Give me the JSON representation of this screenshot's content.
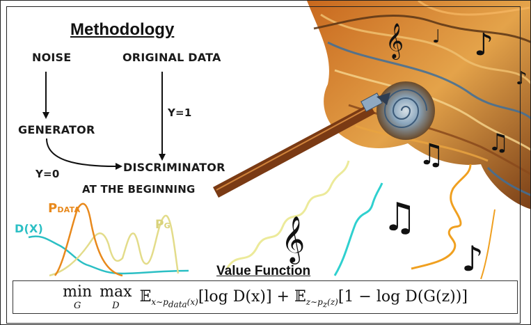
{
  "methodology": {
    "title": "Methodology",
    "noise": "NOISE",
    "original_data": "ORIGINAL DATA",
    "generator": "GENERATOR",
    "discriminator": "DISCRIMINATOR",
    "y_one": "Y=1",
    "y_zero": "Y=0",
    "at_the_beginning": "AT THE BEGINNING"
  },
  "plot_labels": {
    "p_data": "P",
    "p_data_sub": "DATA",
    "p_g": "P",
    "p_g_sub": "G",
    "d_x": "D(X)"
  },
  "value_function": {
    "title": "Value Function",
    "min": "min",
    "min_sub": "G",
    "max": "max",
    "max_sub": "D",
    "term1": "𝔼",
    "term1_sub": "x∼p",
    "term1_subsub": "data",
    "term1_sub_tail": "(x)",
    "term1_body": "[log D(x)] + ",
    "term2": "𝔼",
    "term2_sub": "z∼p",
    "term2_subsub": "z",
    "term2_sub_tail": "(z)",
    "term2_body": "[1 − log D(G(z))]"
  },
  "colors": {
    "p_data": "#e8891c",
    "p_g": "#e3dc8a",
    "d_x": "#2bbfc4",
    "squiggle_yellow": "#ecea9a",
    "squiggle_cyan": "#2fd0cf",
    "squiggle_orange": "#f0a020",
    "art_brown": "#8a4a1c",
    "art_orange": "#e09030",
    "art_blue": "#3f6f9a"
  },
  "icons": [
    "treble-clef-icon",
    "beamed-notes-icon",
    "eighth-note-icon",
    "paintbrush-icon"
  ]
}
